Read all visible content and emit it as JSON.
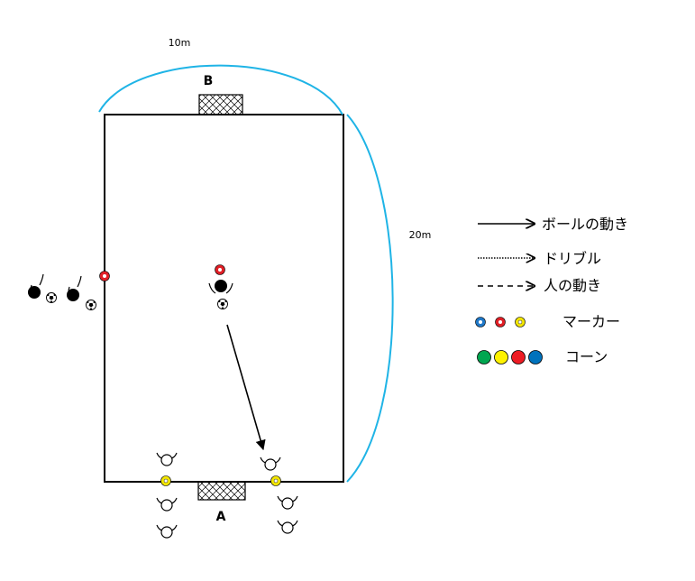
{
  "dimensions": {
    "width_label": "10m",
    "length_label": "20m"
  },
  "goals": {
    "top_label": "B",
    "bottom_label": "A"
  },
  "legend": {
    "ball_movement": "ボールの動き",
    "dribble": "ドリブル",
    "player_movement": "人の動き",
    "markers": "マーカー",
    "cones": "コーン"
  },
  "colors": {
    "field_line": "#000000",
    "dimension_arc": "#1fb4e6",
    "marker_red": "#e01f26",
    "marker_yellow": "#f2e500",
    "marker_blue": "#1f78c8",
    "cone_green": "#00a650",
    "cone_yellow": "#fff200",
    "cone_red": "#ed1c24",
    "cone_blue": "#0072bc"
  }
}
